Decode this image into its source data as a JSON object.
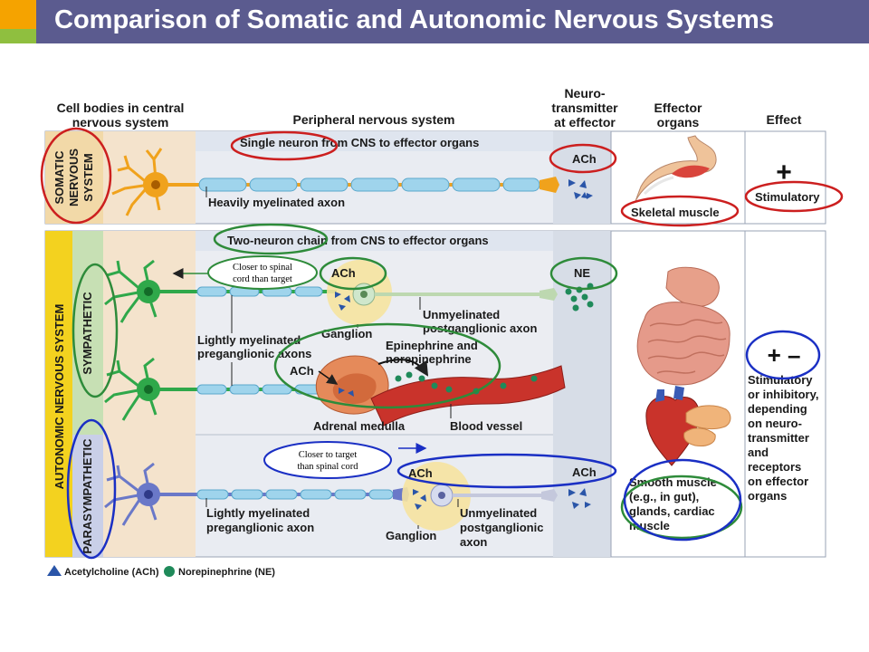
{
  "title": "Comparison of Somatic and Autonomic Nervous Systems",
  "headers": {
    "cns_line1": "Cell bodies in central",
    "cns_line2": "nervous system",
    "pns": "Peripheral nervous system",
    "nt_line1": "Neuro-",
    "nt_line2": "transmitter",
    "nt_line3": "at effector",
    "eff_line1": "Effector",
    "eff_line2": "organs",
    "effect": "Effect"
  },
  "somatic": {
    "label_line1": "SOMATIC",
    "label_line2": "NERVOUS",
    "label_line3": "SYSTEM",
    "chain": "Single neuron from CNS to effector organs",
    "axon": "Heavily myelinated axon",
    "nt": "ACh",
    "organ": "Skeletal muscle",
    "sign": "+",
    "effect": "Stimulatory"
  },
  "autonomic": {
    "label": "AUTONOMIC NERVOUS SYSTEM",
    "chain": "Two-neuron chain from CNS to effector organs",
    "sympathetic": {
      "label": "SYMPATHETIC",
      "note_line1": "Closer to spinal",
      "note_line2": "cord than target",
      "ganglion_ach": "ACh",
      "nt": "NE",
      "post_line1": "Unmyelinated",
      "post_line2": "postganglionic axon",
      "ganglion": "Ganglion",
      "pre_line1": "Lightly myelinated",
      "pre_line2": "preganglionic axons",
      "epi_line1": "Epinephrine and",
      "epi_line2": "norepinephrine",
      "adrenal_ach": "ACh",
      "adrenal": "Adrenal medulla",
      "vessel": "Blood vessel"
    },
    "parasympathetic": {
      "label": "PARASYMPATHETIC",
      "note_line1": "Closer to target",
      "note_line2": "than spinal cord",
      "ganglion_ach": "ACh",
      "nt": "ACh",
      "pre_line1": "Lightly myelinated",
      "pre_line2": "preganglionic axon",
      "ganglion": "Ganglion",
      "post_line1": "Unmyelinated",
      "post_line2": "postganglionic",
      "post_line3": "axon"
    },
    "organ_line1": "Smooth muscle",
    "organ_line2": "(e.g., in gut),",
    "organ_line3": "glands, cardiac",
    "organ_line4": "muscle",
    "sign": "+ –",
    "effect_lines": [
      "Stimulatory",
      "or inhibitory,",
      "depending",
      "on neuro-",
      "transmitter",
      "and",
      "receptors",
      "on effector",
      "organs"
    ]
  },
  "legend": {
    "ach": "Acetylcholine (ACh)",
    "ne": "Norepinephrine (NE)"
  },
  "colors": {
    "title_bar": "#5b5b8f",
    "circle_red": "#cc1f1f",
    "circle_green": "#2e8b3a",
    "circle_blue": "#1a2fc4",
    "somatic_neuron": "#f0a21c",
    "sympathetic_neuron": "#2fa84a",
    "parasympathetic_neuron": "#6a78c8"
  }
}
